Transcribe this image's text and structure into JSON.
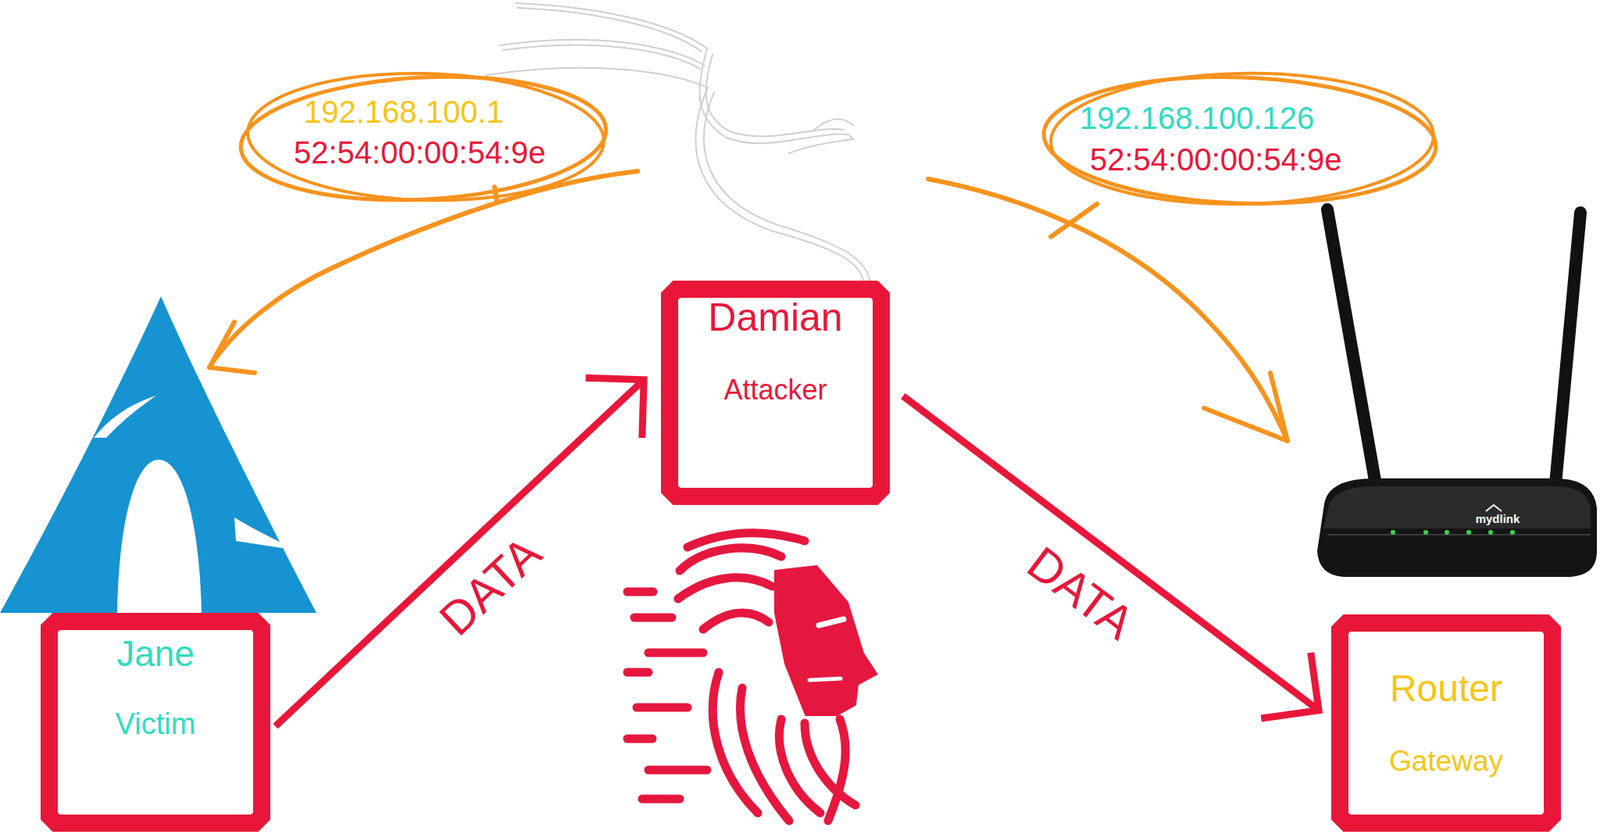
{
  "diagram": {
    "nodes": [
      {
        "text": [
          "192.168.100.1",
          "52:54:00:00:54:9e"
        ]
      },
      {
        "text": [
          "192.168.100.126",
          "52:54:00:00:54:9e"
        ]
      },
      {
        "text": [
          "Damian",
          "Attacker"
        ]
      },
      {
        "text": [
          "Jane",
          "Victim"
        ]
      },
      {
        "text": [
          "Router",
          "Gateway"
        ]
      }
    ],
    "edges": [
      {
        "from": 3,
        "to": 2,
        "arrow": "to",
        "label": "DATA"
      },
      {
        "from": 2,
        "to": 4,
        "arrow": "to",
        "label": "DATA"
      }
    ],
    "labels": [
      "mydlink"
    ]
  }
}
